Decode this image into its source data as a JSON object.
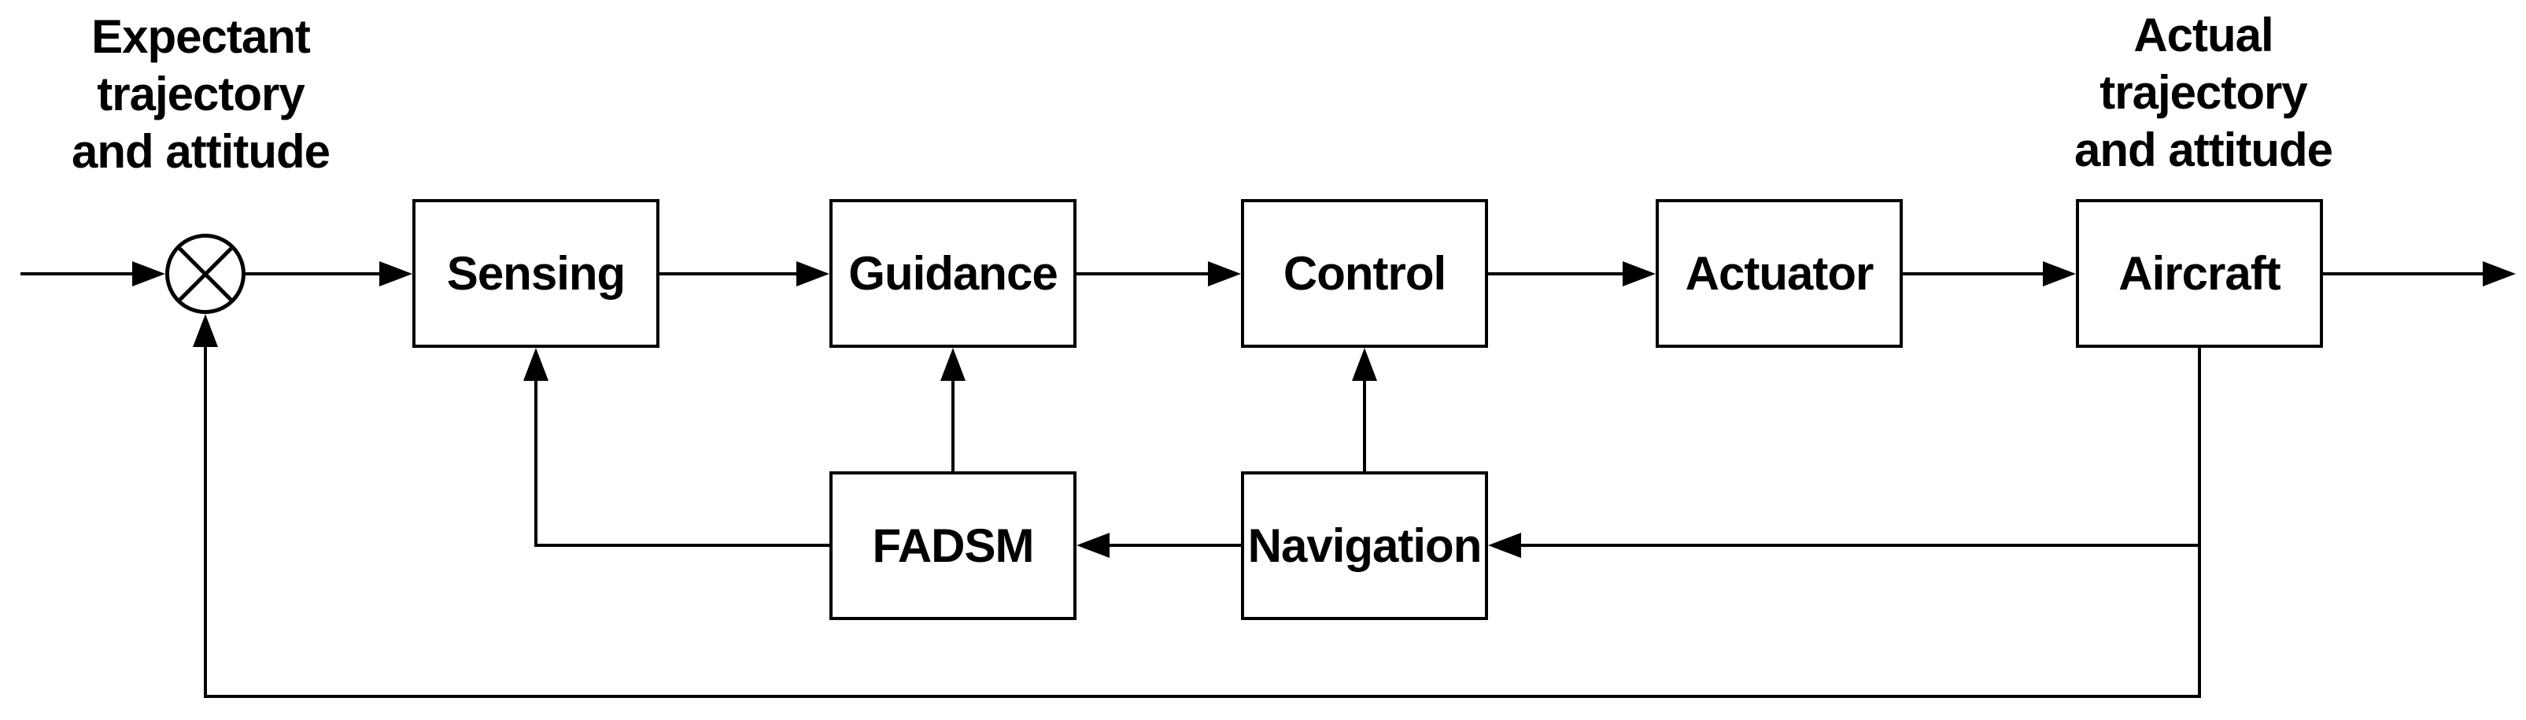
{
  "figure": {
    "type": "control-system-block-diagram",
    "background_color": "#ffffff",
    "line_color": "#000000"
  },
  "annotations": {
    "input": {
      "text": "Expectant trajectory and attitude",
      "lines": [
        "Expectant",
        "trajectory",
        "and attitude"
      ]
    },
    "output": {
      "text": "Actual trajectory and attitude",
      "lines": [
        "Actual",
        "trajectory",
        "and attitude"
      ]
    }
  },
  "blocks": {
    "sensing": "Sensing",
    "guidance": "Guidance",
    "control": "Control",
    "actuator": "Actuator",
    "aircraft": "Aircraft",
    "fadsm": "FADSM",
    "navigation": "Navigation"
  },
  "symbols": {
    "summing_junction": "circle-with-diagonal-cross"
  },
  "edges": [
    {
      "from": "input",
      "to": "summing-junction",
      "style": "arrow-right"
    },
    {
      "from": "summing-junction",
      "to": "Sensing",
      "style": "arrow-right"
    },
    {
      "from": "Sensing",
      "to": "Guidance",
      "style": "arrow-right"
    },
    {
      "from": "Guidance",
      "to": "Control",
      "style": "arrow-right"
    },
    {
      "from": "Control",
      "to": "Actuator",
      "style": "arrow-right"
    },
    {
      "from": "Actuator",
      "to": "Aircraft",
      "style": "arrow-right"
    },
    {
      "from": "Aircraft",
      "to": "output",
      "style": "arrow-right"
    },
    {
      "from": "Aircraft",
      "to": "Navigation",
      "style": "arrow-left"
    },
    {
      "from": "Navigation",
      "to": "FADSM",
      "style": "arrow-left"
    },
    {
      "from": "Navigation",
      "to": "Control",
      "style": "arrow-up"
    },
    {
      "from": "FADSM",
      "to": "Guidance",
      "style": "arrow-up"
    },
    {
      "from": "FADSM",
      "to": "Sensing",
      "style": "arrow-up"
    },
    {
      "from": "Aircraft",
      "to": "summing-junction",
      "style": "feedback-arrow-up"
    }
  ]
}
